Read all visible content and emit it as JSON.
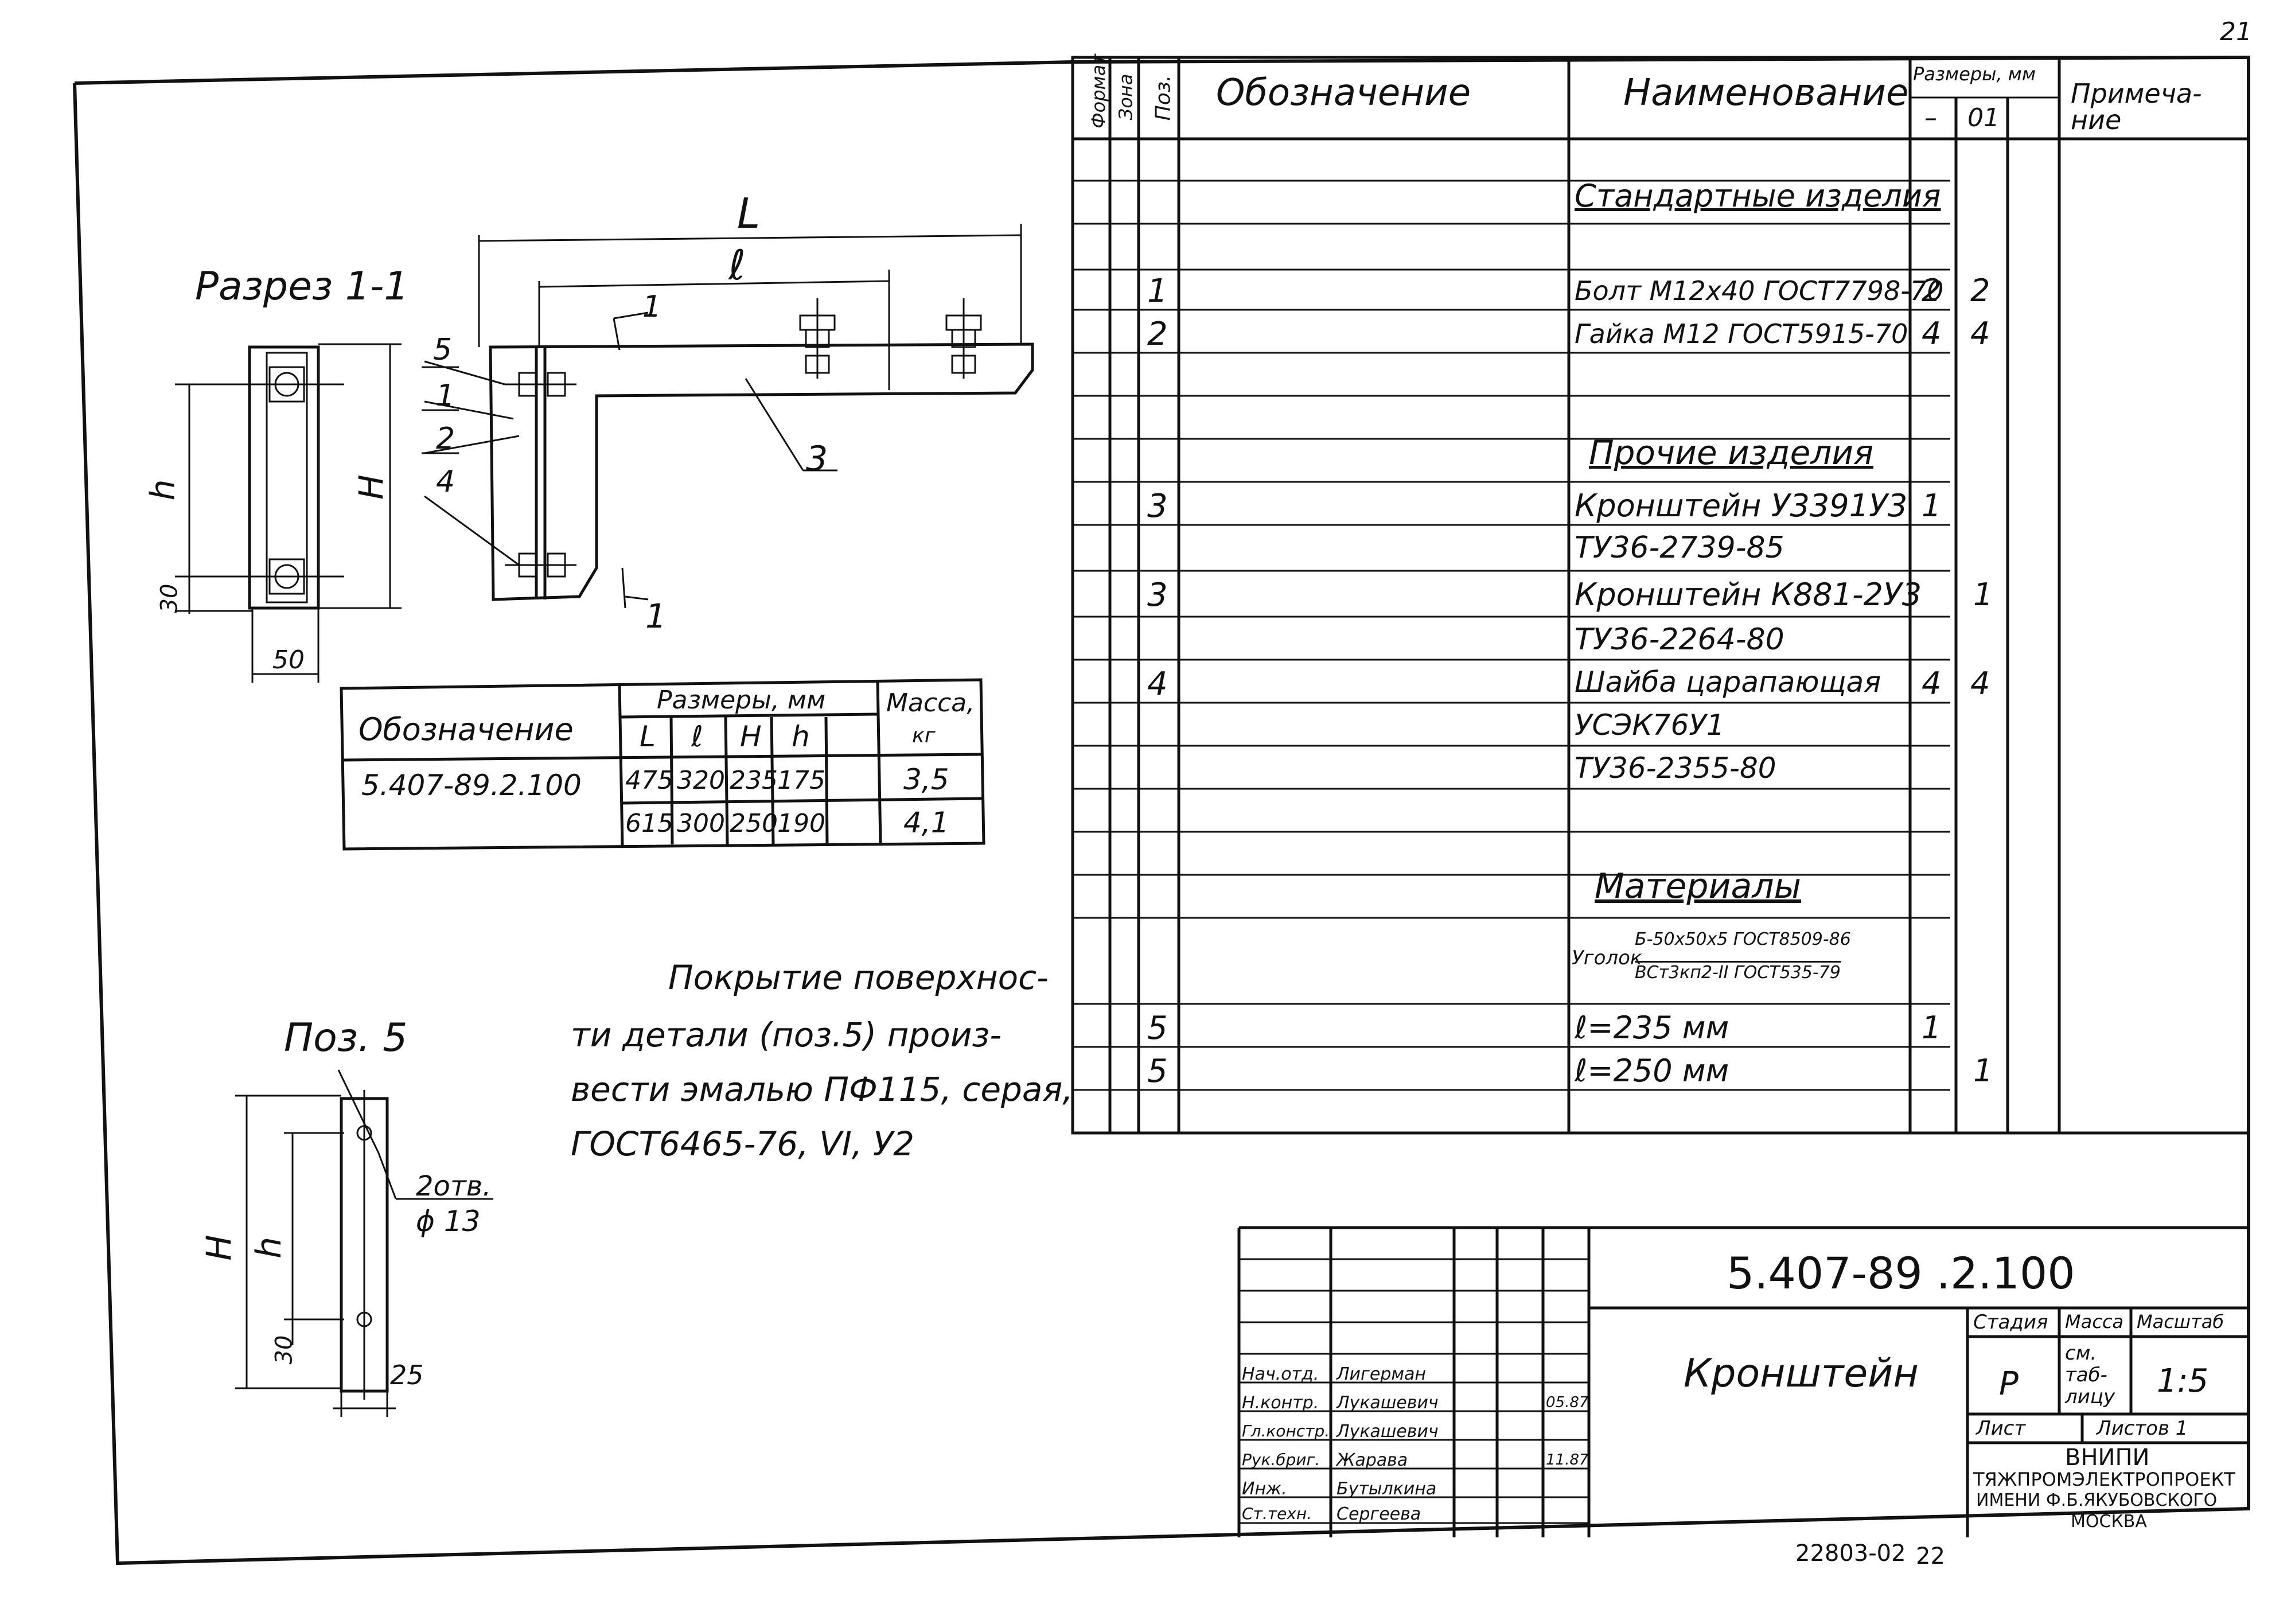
{
  "page_number": "21",
  "section_label": "Разрез 1-1",
  "pos5_label": "Поз. 5",
  "views": {
    "section_dims": {
      "h": "h",
      "H": "H",
      "d30": "30",
      "d50": "50"
    },
    "main_dims": {
      "L": "L",
      "l": "ℓ",
      "cut": "1"
    },
    "callouts": [
      "5",
      "1",
      "2",
      "4",
      "3"
    ],
    "pos5_dims": {
      "H": "H",
      "h": "h",
      "d30": "30",
      "d25": "25",
      "holes": "2отв.",
      "dia": "ϕ 13"
    }
  },
  "size_table": {
    "head_designation": "Обозначение",
    "head_sizes": "Размеры, мм",
    "head_mass": "Масса,",
    "head_mass_unit": "кг",
    "cols": [
      "L",
      "ℓ",
      "H",
      "h"
    ],
    "rows": [
      {
        "designation": "5.407-89.2.100",
        "L": "475",
        "l": "320",
        "H": "235",
        "h": "175",
        "mass": "3,5"
      },
      {
        "designation": "",
        "L": "615",
        "l": "300",
        "H": "250",
        "h": "190",
        "mass": "4,1"
      }
    ]
  },
  "note": [
    "Покрытие поверхнос-",
    "ти детали (поз.5) произ-",
    "вести эмалью ПФ115, серая,",
    "ГОСТ6465-76, VI, У2"
  ],
  "spec": {
    "head": {
      "format": "Формат",
      "zone": "Зона",
      "pos": "Поз.",
      "designation": "Обозначение",
      "name": "Наименование",
      "sizes": "Размеры, мм",
      "dash": "–",
      "v01": "01",
      "note": "Примеча-ние"
    },
    "rows": [
      {
        "pos": "",
        "name": "Стандартные изделия",
        "a": "",
        "b": "",
        "heading": true
      },
      {
        "pos": "1",
        "name": "Болт М12х40 ГОСТ7798-70",
        "a": "2",
        "b": "2"
      },
      {
        "pos": "2",
        "name": "Гайка М12 ГОСТ5915-70",
        "a": "4",
        "b": "4"
      },
      {
        "pos": "",
        "name": "Прочие изделия",
        "a": "",
        "b": "",
        "heading": true
      },
      {
        "pos": "3",
        "name": "Кронштейн У3391У3",
        "a": "1",
        "b": ""
      },
      {
        "pos": "",
        "name": "ТУ36-2739-85",
        "a": "",
        "b": ""
      },
      {
        "pos": "3",
        "name": "Кронштейн К881-2У3",
        "a": "",
        "b": "1"
      },
      {
        "pos": "",
        "name": "ТУ36-2264-80",
        "a": "",
        "b": ""
      },
      {
        "pos": "4",
        "name": "Шайба царапающая",
        "a": "4",
        "b": "4"
      },
      {
        "pos": "",
        "name": "УСЭК76У1",
        "a": "",
        "b": ""
      },
      {
        "pos": "",
        "name": "ТУ36-2355-80",
        "a": "",
        "b": ""
      },
      {
        "pos": "",
        "name": "Материалы",
        "a": "",
        "b": "",
        "heading": true
      },
      {
        "pos": "",
        "name_top": "Б-50х50х5 ГОСТ8509-86",
        "name_bottom": "ВСт3кп2-II ГОСТ535-79",
        "name_prefix": "Уголок"
      },
      {
        "pos": "5",
        "name": "ℓ=235 мм",
        "a": "1",
        "b": ""
      },
      {
        "pos": "5",
        "name": "ℓ=250 мм",
        "a": "",
        "b": "1"
      }
    ]
  },
  "title_block": {
    "code": "5.407-89 .2.100",
    "title": "Кронштейн",
    "stage_label": "Стадия",
    "mass_label": "Масса",
    "scale_label": "Масштаб",
    "stage": "Р",
    "mass": "см. таб- лицу",
    "scale": "1:5",
    "sheet_label": "Лист",
    "sheets_label": "Листов 1",
    "org": [
      "ВНИПИ",
      "ТЯЖПРОМЭЛЕКТРОПРОЕКТ",
      "ИМЕНИ Ф.Б.ЯКУБОВСКОГО",
      "МОСКВА"
    ],
    "staff": [
      {
        "role": "Нач.отд.",
        "name": "Лигерман",
        "date": ""
      },
      {
        "role": "Н.контр.",
        "name": "Лукашевич",
        "date": "05.87"
      },
      {
        "role": "Гл.констр.",
        "name": "Лукашевич",
        "date": ""
      },
      {
        "role": "Рук.бриг.",
        "name": "Жарава",
        "date": "11.87"
      },
      {
        "role": "Инж.",
        "name": "Бутылкина",
        "date": ""
      },
      {
        "role": "Ст.техн.",
        "name": "Сергеева",
        "date": ""
      }
    ]
  },
  "footer_code": "22803-02",
  "footer_num": "22"
}
